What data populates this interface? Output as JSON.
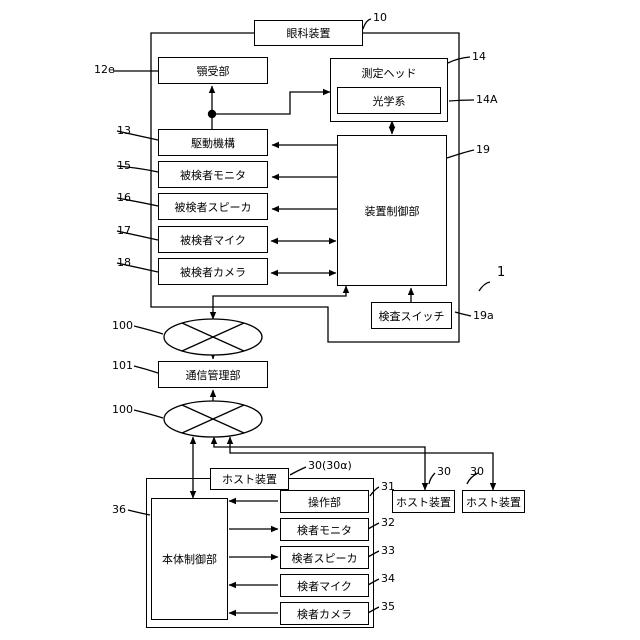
{
  "ophthalmic_apparatus": {
    "label": "眼科装置",
    "ref": "10",
    "chin_rest": {
      "label": "顎受部",
      "ref": "12e"
    },
    "measurement_head": {
      "label": "測定ヘッド",
      "ref": "14"
    },
    "optical_system": {
      "label": "光学系",
      "ref": "14A"
    },
    "drive_mechanism": {
      "label": "駆動機構",
      "ref": "13"
    },
    "examinee_monitor": {
      "label": "被検者モニタ",
      "ref": "15"
    },
    "examinee_speaker": {
      "label": "被検者スピーカ",
      "ref": "16"
    },
    "examinee_mic": {
      "label": "被検者マイク",
      "ref": "17"
    },
    "examinee_camera": {
      "label": "被検者カメラ",
      "ref": "18"
    },
    "device_controller": {
      "label": "装置制御部",
      "ref": "19"
    },
    "exam_switch": {
      "label": "検査スイッチ",
      "ref": "19a"
    }
  },
  "system_ref": "1",
  "network": {
    "ref_upper": "100",
    "ref_lower": "100"
  },
  "comm_manager": {
    "label": "通信管理部",
    "ref": "101"
  },
  "host_apparatus": {
    "label": "ホスト装置",
    "ref": "30(30α)",
    "main_controller": {
      "label": "本体制御部",
      "ref": "36"
    },
    "operation_unit": {
      "label": "操作部",
      "ref": "31"
    },
    "examiner_monitor": {
      "label": "検者モニタ",
      "ref": "32"
    },
    "examiner_speaker": {
      "label": "検者スピーカ",
      "ref": "33"
    },
    "examiner_mic": {
      "label": "検者マイク",
      "ref": "34"
    },
    "examiner_camera": {
      "label": "検者カメラ",
      "ref": "35"
    }
  },
  "other_hosts": [
    {
      "label": "ホスト装置",
      "ref": "30"
    },
    {
      "label": "ホスト装置",
      "ref": "30"
    }
  ]
}
